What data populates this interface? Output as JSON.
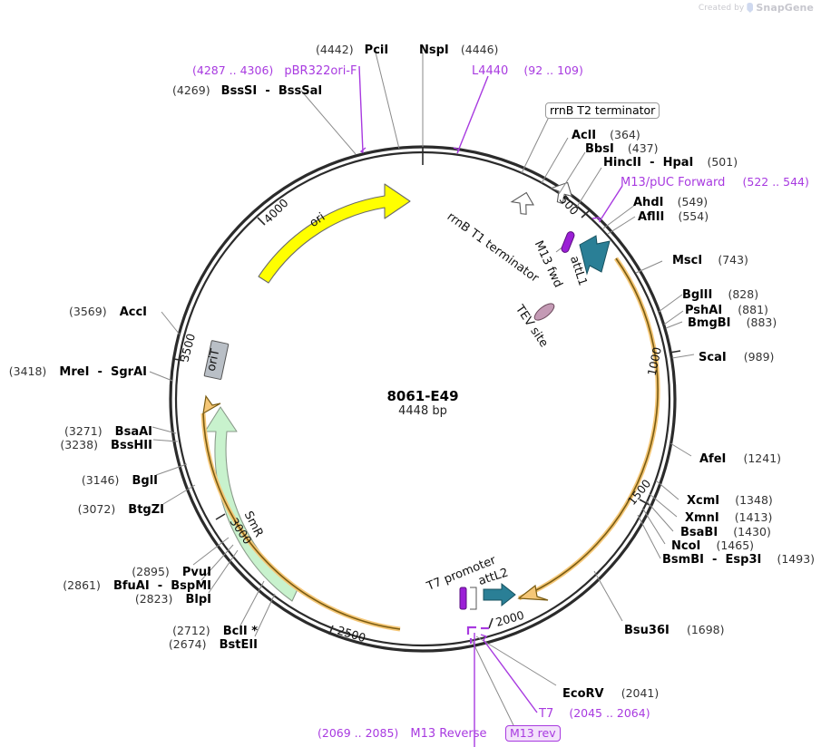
{
  "watermark": {
    "prefix": "Created by",
    "name": "SnapGene",
    "logo_icon": "snapgene-logo-icon"
  },
  "plasmid": {
    "name": "8061-E49",
    "size": "4448 bp",
    "length_bp": 4448,
    "ticks": [
      {
        "label": "500",
        "bp": 500
      },
      {
        "label": "1000",
        "bp": 1000
      },
      {
        "label": "1500",
        "bp": 1500
      },
      {
        "label": "2000",
        "bp": 2000
      },
      {
        "label": "2500",
        "bp": 2500
      },
      {
        "label": "3000",
        "bp": 3000
      },
      {
        "label": "3500",
        "bp": 3500
      },
      {
        "label": "4000",
        "bp": 4000
      }
    ]
  },
  "inner_features": [
    {
      "name": "ori",
      "label": "ori",
      "color": "#ffff00",
      "type": "arrow"
    },
    {
      "name": "smr",
      "label": "SmR",
      "color": "#b6f0bd",
      "type": "arrow"
    },
    {
      "name": "orit",
      "label": "oriT",
      "color": "#b9bfc6",
      "type": "box"
    },
    {
      "name": "rrnb-t1-terminator",
      "label": "rrnB T1 terminator",
      "color": "#ffffff",
      "type": "arrow"
    },
    {
      "name": "m13-fwd",
      "label": "M13 fwd",
      "color": "#9b1fd6",
      "type": "primer"
    },
    {
      "name": "attl1",
      "label": "attL1",
      "color": "#2a7f96",
      "type": "arrow"
    },
    {
      "name": "tev-site",
      "label": "TEV site",
      "color": "#c49ab5",
      "type": "site"
    },
    {
      "name": "t7-promoter",
      "label": "T7 promoter",
      "color": "#9b1fd6",
      "type": "promoter"
    },
    {
      "name": "attl2",
      "label": "attL2",
      "color": "#2a7f96",
      "type": "arrow"
    }
  ],
  "labels": {
    "top": [
      {
        "name": "pci-i",
        "pos": "(4442)",
        "enzyme": "PciI",
        "enzyme2": "",
        "sep": ""
      },
      {
        "name": "nsp-i",
        "pos": "(4446)",
        "enzyme": "NspI",
        "enzyme2": "",
        "sep": "",
        "pos_after": true
      },
      {
        "name": "bss-si",
        "pos": "(4269)",
        "enzyme": "BssSI",
        "enzyme2": "BssSaI",
        "sep": "-"
      }
    ],
    "top_features": [
      {
        "name": "pbr322ori-f",
        "range": "(4287 .. 4306)",
        "label": "pBR322ori-F"
      },
      {
        "name": "l4440",
        "range": "(92 .. 109)",
        "label": "L4440"
      }
    ],
    "box_labels": [
      {
        "name": "rrnb-t2-terminator",
        "label": "rrnB T2 terminator",
        "style": "plain"
      },
      {
        "name": "m13-rev",
        "label": "M13 rev",
        "style": "purple"
      }
    ],
    "right": [
      {
        "name": "acl-i",
        "enzyme": "AclI",
        "enzyme2": "",
        "sep": "",
        "pos": "(364)"
      },
      {
        "name": "bbs-i",
        "enzyme": "BbsI",
        "enzyme2": "",
        "sep": "",
        "pos": "(437)"
      },
      {
        "name": "hinc-ii",
        "enzyme": "HincII",
        "enzyme2": "HpaI",
        "sep": "-",
        "pos": "(501)"
      },
      {
        "name": "ahd-i",
        "enzyme": "AhdI",
        "enzyme2": "",
        "sep": "",
        "pos": "(549)"
      },
      {
        "name": "afl-ii",
        "enzyme": "AflII",
        "enzyme2": "",
        "sep": "",
        "pos": "(554)"
      },
      {
        "name": "msc-i",
        "enzyme": "MscI",
        "enzyme2": "",
        "sep": "",
        "pos": "(743)"
      },
      {
        "name": "bgl-ii",
        "enzyme": "BglII",
        "enzyme2": "",
        "sep": "",
        "pos": "(828)"
      },
      {
        "name": "psha-i",
        "enzyme": "PshAI",
        "enzyme2": "",
        "sep": "",
        "pos": "(881)"
      },
      {
        "name": "bmgb-i",
        "enzyme": "BmgBI",
        "enzyme2": "",
        "sep": "",
        "pos": "(883)"
      },
      {
        "name": "sca-i",
        "enzyme": "ScaI",
        "enzyme2": "",
        "sep": "",
        "pos": "(989)"
      },
      {
        "name": "afe-i",
        "enzyme": "AfeI",
        "enzyme2": "",
        "sep": "",
        "pos": "(1241)"
      },
      {
        "name": "xcm-i",
        "enzyme": "XcmI",
        "enzyme2": "",
        "sep": "",
        "pos": "(1348)"
      },
      {
        "name": "xmn-i",
        "enzyme": "XmnI",
        "enzyme2": "",
        "sep": "",
        "pos": "(1413)"
      },
      {
        "name": "bsab-i",
        "enzyme": "BsaBI",
        "enzyme2": "",
        "sep": "",
        "pos": "(1430)"
      },
      {
        "name": "nco-i",
        "enzyme": "NcoI",
        "enzyme2": "",
        "sep": "",
        "pos": "(1465)"
      },
      {
        "name": "bsmb-i",
        "enzyme": "BsmBI",
        "enzyme2": "Esp3I",
        "sep": "-",
        "pos": "(1493)"
      },
      {
        "name": "bsu36-i",
        "enzyme": "Bsu36I",
        "enzyme2": "",
        "sep": "",
        "pos": "(1698)"
      },
      {
        "name": "ecor-v",
        "enzyme": "EcoRV",
        "enzyme2": "",
        "sep": "",
        "pos": "(2041)"
      }
    ],
    "right_features": [
      {
        "name": "m13-puc-forward",
        "label": "M13/pUC Forward",
        "range": "(522 .. 544)"
      },
      {
        "name": "t7",
        "label": "T7",
        "range": "(2045 .. 2064)"
      }
    ],
    "left": [
      {
        "name": "acc-i",
        "pos": "(3569)",
        "enzyme": "AccI",
        "enzyme2": "",
        "sep": ""
      },
      {
        "name": "mre-i",
        "pos": "(3418)",
        "enzyme": "MreI",
        "enzyme2": "SgrAI",
        "sep": "-"
      },
      {
        "name": "bsaa-i",
        "pos": "(3271)",
        "enzyme": "BsaAI",
        "enzyme2": "",
        "sep": ""
      },
      {
        "name": "bssh-ii",
        "pos": "(3238)",
        "enzyme": "BssHII",
        "enzyme2": "",
        "sep": ""
      },
      {
        "name": "bgl-i",
        "pos": "(3146)",
        "enzyme": "BglI",
        "enzyme2": "",
        "sep": ""
      },
      {
        "name": "btgz-i",
        "pos": "(3072)",
        "enzyme": "BtgZI",
        "enzyme2": "",
        "sep": ""
      },
      {
        "name": "pvu-i",
        "pos": "(2895)",
        "enzyme": "PvuI",
        "enzyme2": "",
        "sep": ""
      },
      {
        "name": "bfua-i",
        "pos": "(2861)",
        "enzyme": "BfuAI",
        "enzyme2": "BspMI",
        "sep": "-"
      },
      {
        "name": "blp-i",
        "pos": "(2823)",
        "enzyme": "BlpI",
        "enzyme2": "",
        "sep": ""
      },
      {
        "name": "bcl-i",
        "pos": "(2712)",
        "enzyme": "BclI *",
        "enzyme2": "",
        "sep": ""
      },
      {
        "name": "bste-ii",
        "pos": "(2674)",
        "enzyme": "BstEII",
        "enzyme2": "",
        "sep": ""
      }
    ],
    "bottom_features": [
      {
        "name": "m13-reverse",
        "range": "(2069 .. 2085)",
        "label": "M13 Reverse"
      }
    ]
  },
  "colors": {
    "backbone": "#2b2b2b",
    "feature_purple": "#a83ae0",
    "leader_gray": "#8a8a8a",
    "ori_yellow": "#ffff00",
    "smr_green": "#b6f0bd",
    "orit_gray": "#b9bfc6",
    "attl_teal": "#2a7f96",
    "tev_mauve": "#c49ab5",
    "orange_outline": "#f5c777",
    "dark_orange": "#8a6a1f"
  }
}
